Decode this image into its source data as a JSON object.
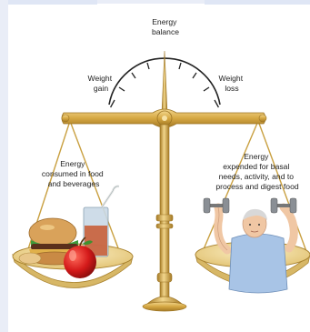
{
  "labels": {
    "energy_balance": [
      "Energy",
      "balance"
    ],
    "weight_gain": [
      "Weight",
      "gain"
    ],
    "weight_loss": [
      "Weight",
      "loss"
    ],
    "consumed": [
      "Energy",
      "consumed in food",
      "and beverages"
    ],
    "expended": [
      "Energy",
      "expended for basal",
      "needs, activity, and to",
      "process and digest food"
    ]
  },
  "colors": {
    "brass": "#cfa33f",
    "brass_light": "#f0d48a",
    "brass_dark": "#9c7424",
    "pan": "#f1dca2",
    "ink": "#222222"
  },
  "icons": [
    "gauge-arc",
    "needle",
    "balance-beam",
    "pans",
    "food-illustration",
    "person-lifting-dumbbells"
  ]
}
